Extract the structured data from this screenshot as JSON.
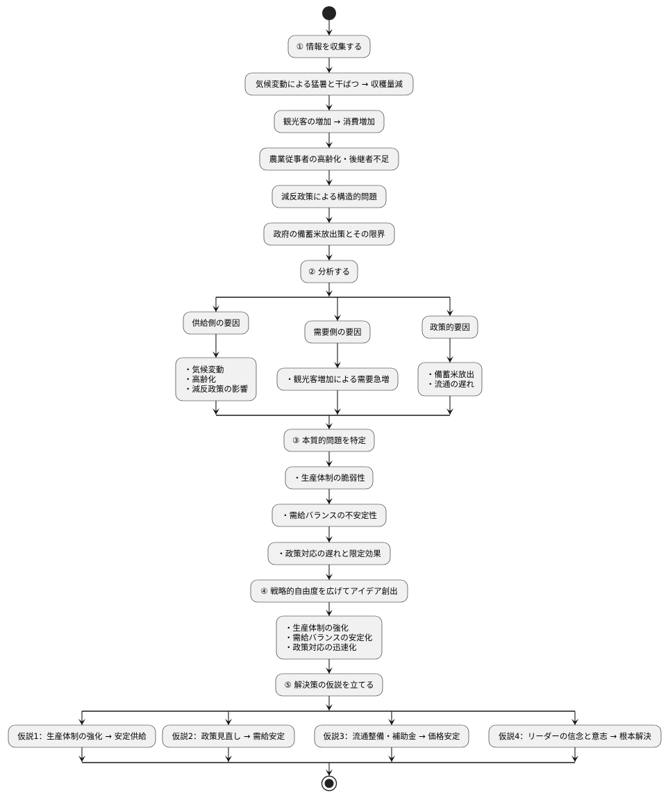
{
  "diagram": {
    "type": "activity",
    "colors": {
      "node_fill": "#f1f1f1",
      "node_border": "#181818",
      "line": "#181818",
      "start_end": "#222222"
    },
    "start": {
      "label": "start"
    },
    "end": {
      "label": "end"
    },
    "steps": {
      "s1": "① 情報を収集する",
      "s2": "気候変動による猛暑と干ばつ → 収穫量減",
      "s3": "観光客の増加 → 消費増加",
      "s4": "農業従事者の高齢化・後継者不足",
      "s5": "減反政策による構造的問題",
      "s6": "政府の備蓄米放出策とその限界",
      "s7": "② 分析する",
      "s8": "③ 本質的問題を特定",
      "s9": "・生産体制の脆弱性",
      "s10": "・需給バランスの不安定性",
      "s11": "・政策対応の遅れと限定効果",
      "s12": "④ 戦略的自由度を広げてアイデア創出",
      "s13": [
        "・生産体制の強化",
        "・需給バランスの安定化",
        "・政策対応の迅速化"
      ],
      "s14": "⑤ 解決策の仮説を立てる"
    },
    "analysis_branches": [
      {
        "title": "供給側の要因",
        "details": [
          "・気候変動",
          "・高齢化",
          "・減反政策の影響"
        ]
      },
      {
        "title": "需要側の要因",
        "details": [
          "・観光客増加による需要急増"
        ]
      },
      {
        "title": "政策的要因",
        "details": [
          "・備蓄米放出",
          "・流通の遅れ"
        ]
      }
    ],
    "hypotheses": [
      "仮説1：生産体制の強化 → 安定供給",
      "仮説2：政策見直し → 需給安定",
      "仮説3：流通整備・補助金 → 価格安定",
      "仮説4：リーダーの信念と意志 → 根本解決"
    ]
  }
}
